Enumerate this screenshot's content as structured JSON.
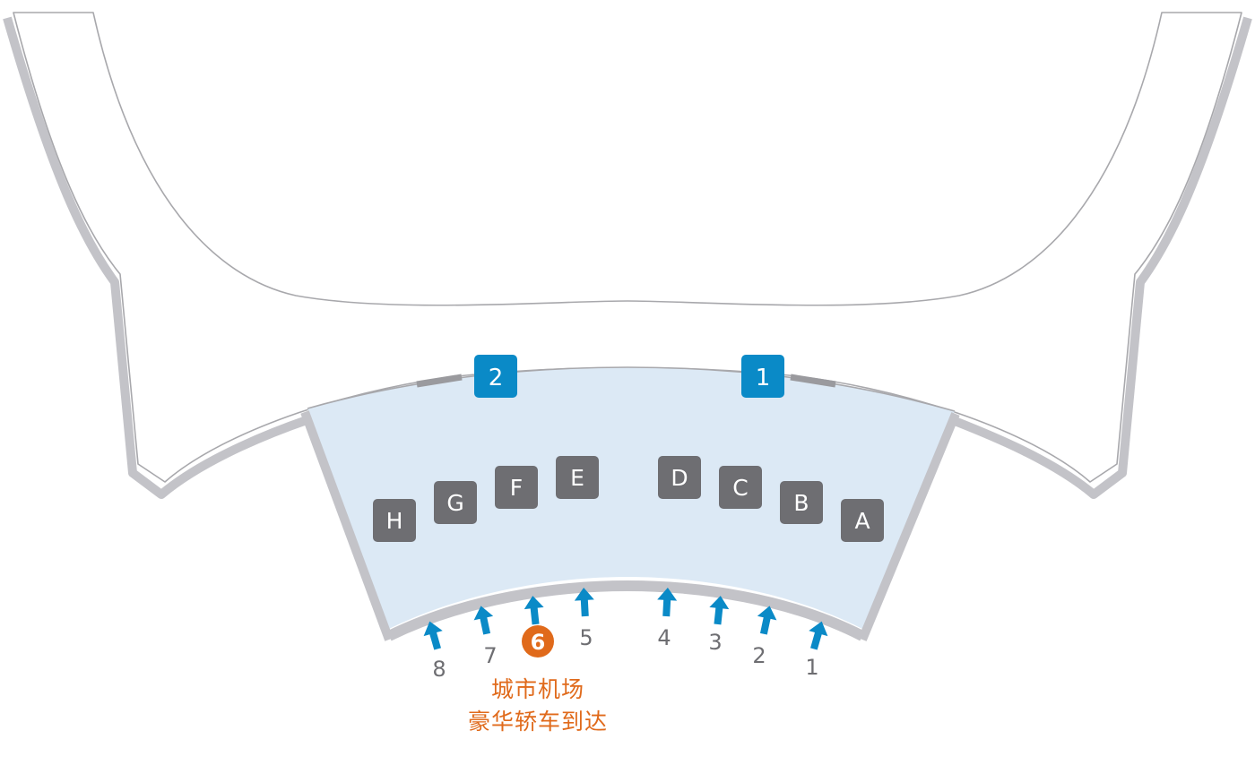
{
  "terminal_doors": [
    {
      "label": "2",
      "color": "#0a8ac7"
    },
    {
      "label": "1",
      "color": "#0a8ac7"
    }
  ],
  "zones": [
    {
      "label": "H"
    },
    {
      "label": "G"
    },
    {
      "label": "F"
    },
    {
      "label": "E"
    },
    {
      "label": "D"
    },
    {
      "label": "C"
    },
    {
      "label": "B"
    },
    {
      "label": "A"
    }
  ],
  "exits": [
    {
      "label": "8"
    },
    {
      "label": "7"
    },
    {
      "label": "6",
      "highlight": true
    },
    {
      "label": "5"
    },
    {
      "label": "4"
    },
    {
      "label": "3"
    },
    {
      "label": "2"
    },
    {
      "label": "1"
    }
  ],
  "caption": {
    "line1": "城市机场",
    "line2": "豪华轿车到达"
  },
  "colors": {
    "door": "#0a8ac7",
    "zone": "#6e6e72",
    "arrow": "#0a8ac7",
    "highlight": "#e06a1b",
    "hall_fill": "#dce9f5",
    "wall": "#c3c3c8"
  },
  "icons": {
    "exit": "arrow-up-icon"
  }
}
